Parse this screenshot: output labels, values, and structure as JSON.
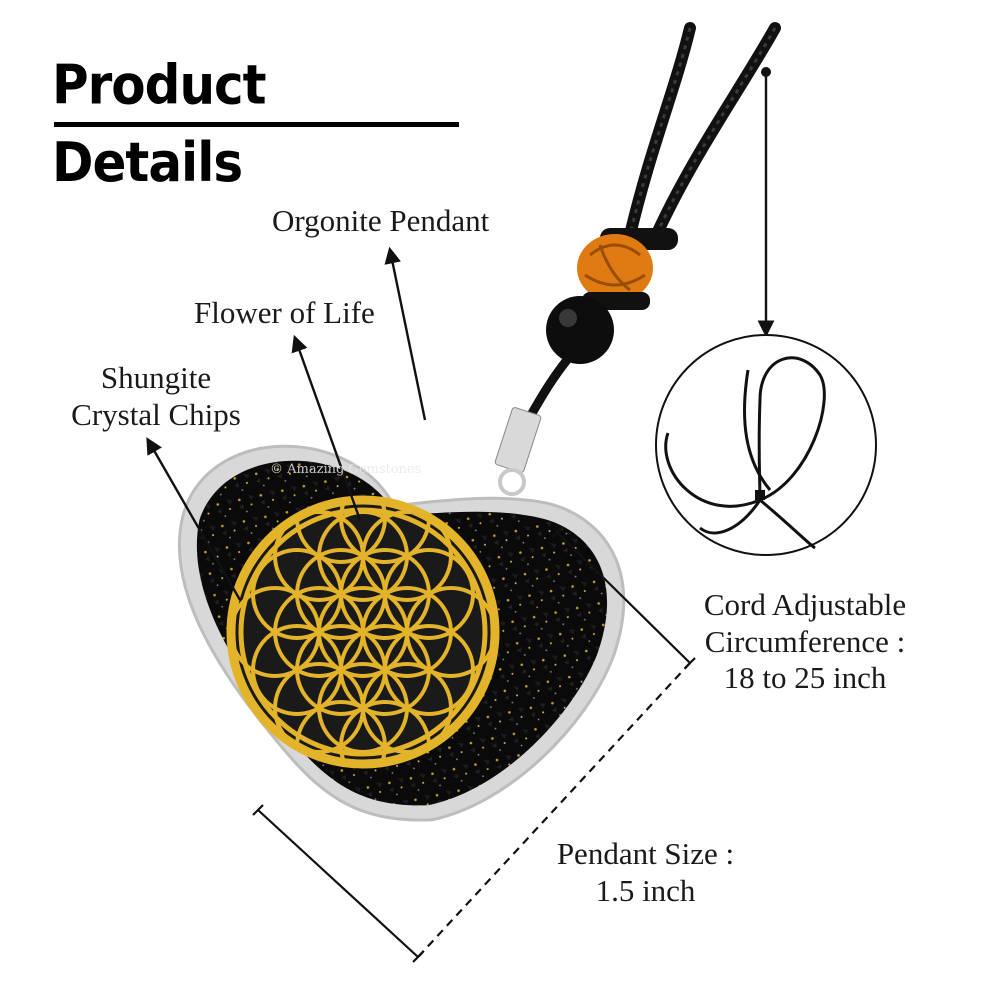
{
  "title": "Product Details",
  "watermark": "© Amazing Gemstones",
  "labels": {
    "orgonite": "Orgonite Pendant",
    "flower": "Flower of Life",
    "shungite_line1": "Shungite",
    "shungite_line2": "Crystal Chips",
    "cord_line1": "Cord Adjustable",
    "cord_line2": "Circumference :",
    "cord_line3": "18 to 25 inch",
    "size_line1": "Pendant Size :",
    "size_line2": "1.5 inch"
  },
  "colors": {
    "gold": "#e3b32a",
    "cord": "#111111",
    "knot": "#e07a12",
    "crystal": "#0b0b0b"
  }
}
